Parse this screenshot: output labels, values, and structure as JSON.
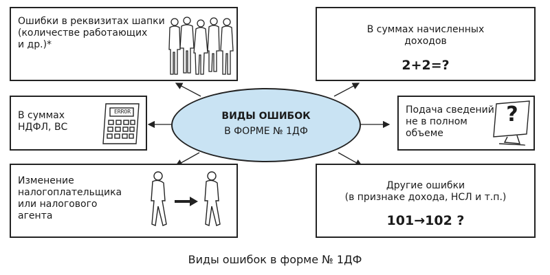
{
  "center": {
    "title": "ВИДЫ ОШИБОК",
    "subtitle": "В ФОРМЕ № 1ДФ"
  },
  "boxes": {
    "top_left": {
      "lines": [
        "Ошибки в реквизитах шапки",
        "(количестве работающих",
        "и др.)*"
      ]
    },
    "top_right": {
      "lines": [
        "В  суммах начисленных",
        "доходов"
      ],
      "formula": "2+2=?"
    },
    "mid_left": {
      "lines": [
        "В  суммах",
        "НДФЛ, ВС"
      ],
      "calc_display": "ERROR"
    },
    "mid_right": {
      "lines": [
        "Подача сведений",
        "не в полном",
        "объеме"
      ],
      "glyph": "?"
    },
    "bottom_left": {
      "lines": [
        "Изменение",
        "налогоплательщика",
        "или налогового",
        "агента"
      ]
    },
    "bottom_right": {
      "lines": [
        "Другие ошибки",
        "(в признаке дохода, НСЛ и т.п.)"
      ],
      "formula": "101→102 ?"
    }
  },
  "icons": {
    "people": "people-group-icon",
    "calculator": "calculator-icon",
    "monitor": "monitor-question-icon",
    "walking": "walking-person-icon",
    "arrow": "right-arrow-icon"
  },
  "caption": "Виды ошибок в форме № 1ДФ",
  "colors": {
    "ellipse_fill": "#c9e3f3",
    "stroke": "#222222"
  }
}
